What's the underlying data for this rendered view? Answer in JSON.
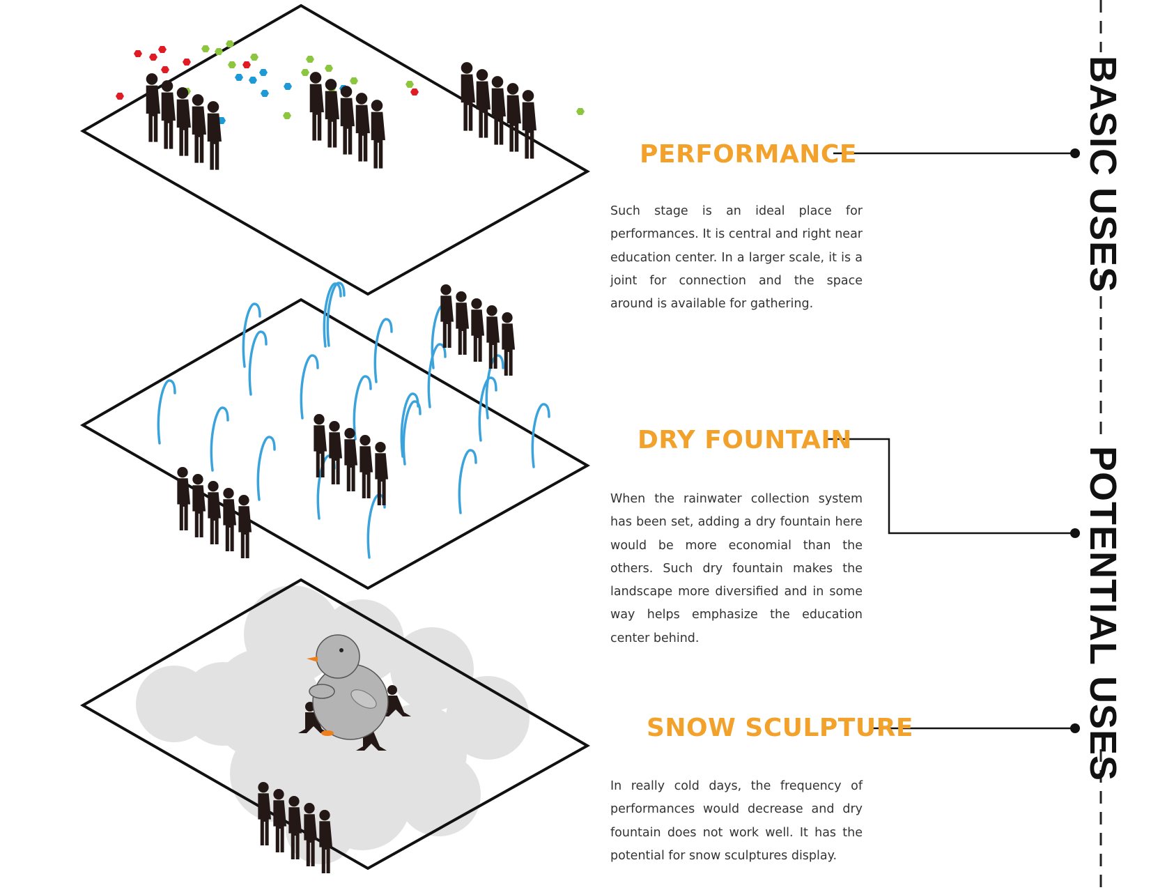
{
  "sections": [
    {
      "title": "PERFORMANCE",
      "text": "Such stage is an ideal  place for performances. It is central and right near education center. In a larger scale, it is a joint for connection and the space around is available for gathering."
    },
    {
      "title": "DRY FOUNTAIN",
      "text": "When the rainwater collection system has been set, adding a dry fountain here would be more economial than the others. Such dry fountain makes the landscape more diversified and in some way helps emphasize the education center behind."
    },
    {
      "title": "SNOW SCULPTURE",
      "text": "In really cold days, the frequency of performances would decrease and dry fountain does not work well. It has the potential for snow sculptures display."
    }
  ],
  "axis": {
    "basic": "BASIC USES",
    "potential": "POTENTIAL USES"
  },
  "colors": {
    "heading": "#f2a22b",
    "fountain": "#3aa3dc",
    "confetti_red": "#e01b24",
    "confetti_green": "#8cc63f",
    "confetti_blue": "#1c9ad6",
    "people": "#231815",
    "snow": "#e2e2e2",
    "penguin": "#b4b4b4",
    "beak": "#f07f1b"
  },
  "icons": [
    "person-silhouette-icon",
    "confetti-icon",
    "water-jet-icon",
    "snow-cloud-icon",
    "penguin-sculpture-icon"
  ]
}
